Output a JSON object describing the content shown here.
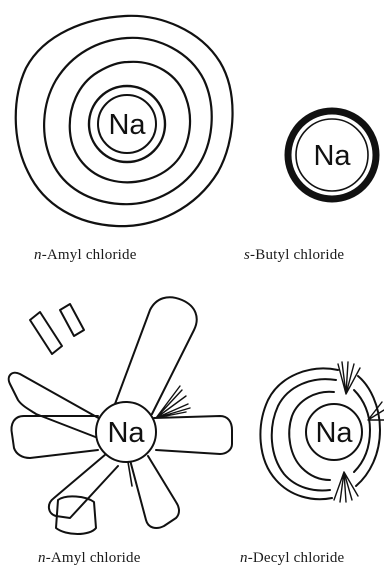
{
  "element_symbol": "Na",
  "colors": {
    "ink": "#111111",
    "paper": "#ffffff"
  },
  "panels": [
    {
      "prefix": "n",
      "name": "-Amyl chloride"
    },
    {
      "prefix": "s",
      "name": "-Butyl chloride"
    },
    {
      "prefix": "n",
      "name": "-Amyl chloride"
    },
    {
      "prefix": "n",
      "name": "-Decyl chloride"
    }
  ]
}
